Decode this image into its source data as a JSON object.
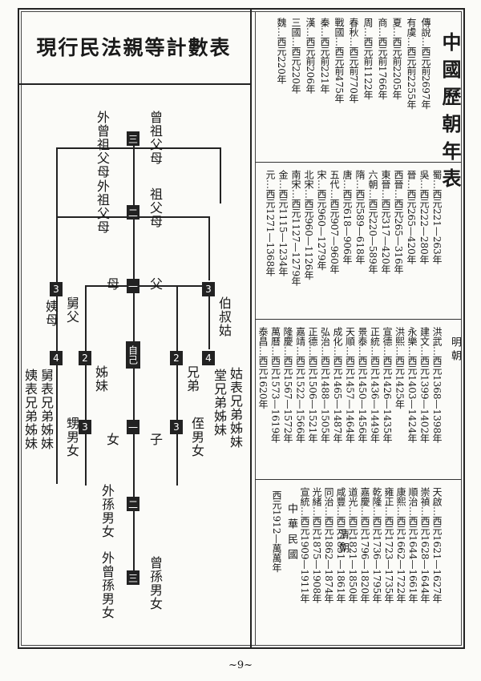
{
  "title": "現行民法親等計數表",
  "right_title": "中國歷朝年表",
  "kin": {
    "great_grandparents": "曾祖父母",
    "maternal_great_grandparents": "外曾祖父母",
    "grandparents": "祖父母",
    "maternal_grandparents": "外祖父母",
    "father": "父",
    "mother": "母",
    "uncles_aunts": "伯叔姑",
    "maternal_uncle": "舅父",
    "maternal_aunt": "姨母",
    "self": "自己",
    "siblings_brothers": "兄弟",
    "siblings_sisters": "姊妹",
    "cousins_paternal": "姑表兄弟姊妹",
    "cousins_hall": "堂兄弟姊妹",
    "cousins_maternal_uncle": "舅表兄弟姊妹",
    "cousins_maternal_aunt": "姨表兄弟姊妹",
    "nephew_niece": "侄男女",
    "sister_children": "甥男女",
    "son": "子",
    "daughter": "女",
    "maternal_grandchildren": "外孫男女",
    "maternal_great_grandchildren": "外曾孫男女",
    "great_grandchildren": "曾孫男女",
    "badges": {
      "three_up": "三",
      "two_up": "二",
      "one_up": "一",
      "one_down": "一",
      "two_down": "二",
      "three_down": "三",
      "three": "3",
      "four": "4",
      "two": "2"
    }
  },
  "panel1": [
    {
      "name": "傳說",
      "range": "西元前2697年"
    },
    {
      "name": "有虞",
      "range": "西元前2255年"
    },
    {
      "name": "夏",
      "range": "西元前2205年"
    },
    {
      "name": "商",
      "range": "西元前1766年"
    },
    {
      "name": "周",
      "range": "西元前1122年"
    },
    {
      "name": "春秋",
      "range": "西元前770年"
    },
    {
      "name": "戰國",
      "range": "西元前475年"
    },
    {
      "name": "秦",
      "range": "西元前221年"
    },
    {
      "name": "漢",
      "range": "西元前206年"
    },
    {
      "name": "三國",
      "range": "西元220年"
    },
    {
      "name": "魏",
      "range": "西元220年"
    }
  ],
  "panel2": [
    {
      "name": "蜀",
      "range": "西元221—263年"
    },
    {
      "name": "吳",
      "range": "西元222—280年"
    },
    {
      "name": "晉",
      "range": "西元265—420年"
    },
    {
      "name": "西晉",
      "range": "西元265—316年"
    },
    {
      "name": "東晉",
      "range": "西元317—420年"
    },
    {
      "name": "六朝",
      "range": "西元220—589年"
    },
    {
      "name": "隋",
      "range": "西元589—618年"
    },
    {
      "name": "唐",
      "range": "西元618—906年"
    },
    {
      "name": "五代",
      "range": "西元907—960年"
    },
    {
      "name": "宋",
      "range": "西元960—1279年"
    },
    {
      "name": "北宋",
      "range": "西元960—1126年"
    },
    {
      "name": "南宋",
      "range": "西元1127—1279年"
    },
    {
      "name": "金",
      "range": "西元1115—1234年"
    },
    {
      "name": "元",
      "range": "西元1271—1368年"
    }
  ],
  "panel3_label": "明 朝",
  "panel3": [
    {
      "name": "洪武",
      "range": "西元1368—1398年"
    },
    {
      "name": "建文",
      "range": "西元1399—1402年"
    },
    {
      "name": "永樂",
      "range": "西元1403—1424年"
    },
    {
      "name": "洪熙",
      "range": "西元1425年"
    },
    {
      "name": "宣德",
      "range": "西元1426—1435年"
    },
    {
      "name": "正統",
      "range": "西元1436—1449年"
    },
    {
      "name": "景泰",
      "range": "西元1450—1456年"
    },
    {
      "name": "天順",
      "range": "西元1457—1464年"
    },
    {
      "name": "成化",
      "range": "西元1465—1487年"
    },
    {
      "name": "弘治",
      "range": "西元1488—1505年"
    },
    {
      "name": "正德",
      "range": "西元1506—1521年"
    },
    {
      "name": "嘉靖",
      "range": "西元1522—1566年"
    },
    {
      "name": "隆慶",
      "range": "西元1567—1572年"
    },
    {
      "name": "萬曆",
      "range": "西元1573—1619年"
    },
    {
      "name": "泰昌",
      "range": "西元1620年"
    }
  ],
  "panel4_label": "清 朝",
  "panel4": [
    {
      "name": "天啟",
      "range": "西元1621—1627年"
    },
    {
      "name": "崇禎",
      "range": "西元1628—1644年"
    },
    {
      "name": "順治",
      "range": "西元1644—1661年"
    },
    {
      "name": "康熙",
      "range": "西元1662—1722年"
    },
    {
      "name": "雍正",
      "range": "西元1723—1735年"
    },
    {
      "name": "乾隆",
      "range": "西元1736—1795年"
    },
    {
      "name": "嘉慶",
      "range": "西元1796—1820年"
    },
    {
      "name": "道光",
      "range": "西元1821—1850年"
    },
    {
      "name": "咸豐",
      "range": "西元1851—1861年"
    },
    {
      "name": "同治",
      "range": "西元1862—1874年"
    },
    {
      "name": "光緒",
      "range": "西元1875—1908年"
    },
    {
      "name": "宣統",
      "range": "西元1909—1911年"
    }
  ],
  "minguo": "中華民國",
  "minguo_range": "西元1912—萬萬年",
  "page_number": "~9~"
}
